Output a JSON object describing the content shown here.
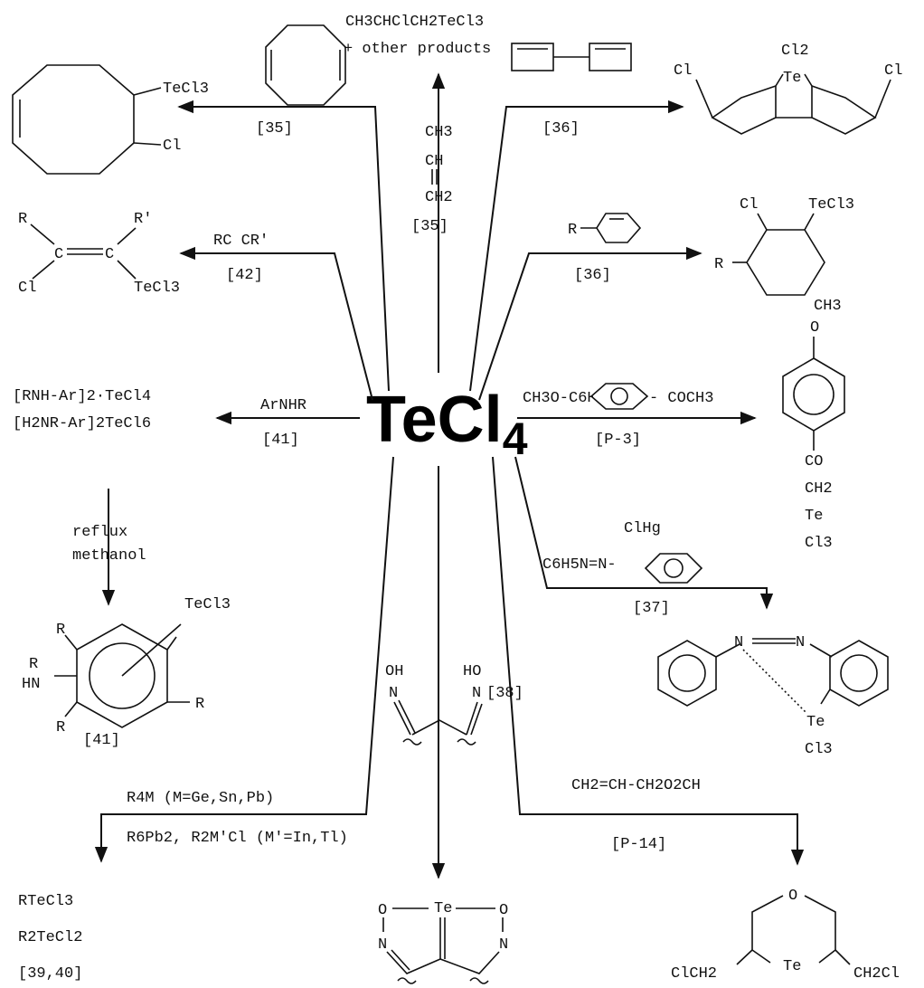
{
  "center": {
    "prefix": "TeCl",
    "sub": "4"
  },
  "refs": {
    "r35a": "[35]",
    "r35b": "[35]",
    "r36a": "[36]",
    "r36b": "[36]",
    "r42": "[42]",
    "r41a": "[41]",
    "r41b": "[41]",
    "rp3": "[P-3]",
    "r37": "[37]",
    "r38": "[38]",
    "rp14": "[P-14]",
    "r3940": "[39,40]"
  },
  "labels": {
    "propene_product_1": "CH3CHClCH2TeCl3",
    "propene_product_2": "+ other products",
    "alkyne": "RC  CR'",
    "arylamine": "ArNHR",
    "amine_product_1": "[RNH-Ar]2·TeCl4",
    "amine_product_2": "[H2NR-Ar]2TeCl6",
    "reflux": "reflux",
    "methanol": "methanol",
    "anisole_reagent": "CH3O-C6H4-COCH3",
    "clhg": "ClHg",
    "azo": "C6H5N=N-",
    "organometal_1": "R4M (M=Ge,Sn,Pb)",
    "organometal_2": "R6Pb2, R2M'Cl (M'=In,Tl)",
    "rtecl3": "RTeCl3",
    "r2tecl2": "R2TeCl2",
    "allyl_formate": "CH2=CH-CH2O2CH",
    "cl": "Cl",
    "cl2": "Cl2",
    "te": "Te",
    "tecl3": "TeCl3",
    "r": "R",
    "rprime": "R'",
    "c": "C",
    "hn": "HN",
    "o": "O",
    "n": "N",
    "oh": "OH",
    "ho": "HO",
    "ch3": "CH3",
    "ch": "CH",
    "ch2": "CH2",
    "co": "CO",
    "cl3": "Cl3",
    "clch2": "ClCH2",
    "ch2cl": "CH2Cl"
  }
}
